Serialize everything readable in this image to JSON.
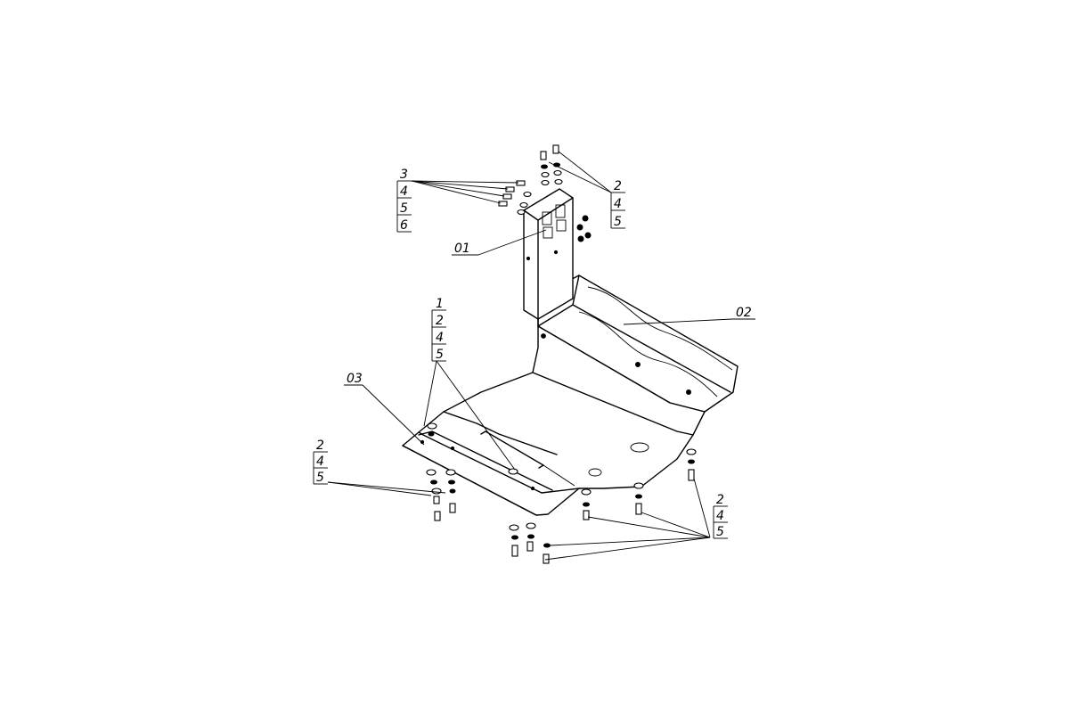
{
  "callouts": {
    "top_left_stack": [
      "3",
      "4",
      "5",
      "6"
    ],
    "top_right_stack": [
      "2",
      "4",
      "5"
    ],
    "mid_left_stack": [
      "1",
      "2",
      "4",
      "5"
    ],
    "left_stack": [
      "2",
      "4",
      "5"
    ],
    "bottom_right_stack": [
      "2",
      "4",
      "5"
    ]
  },
  "parts": {
    "bracket_label": "01",
    "side_plate_label": "02",
    "front_plate_label": "03"
  },
  "colors": {
    "stroke": "#000000",
    "background": "#ffffff"
  }
}
